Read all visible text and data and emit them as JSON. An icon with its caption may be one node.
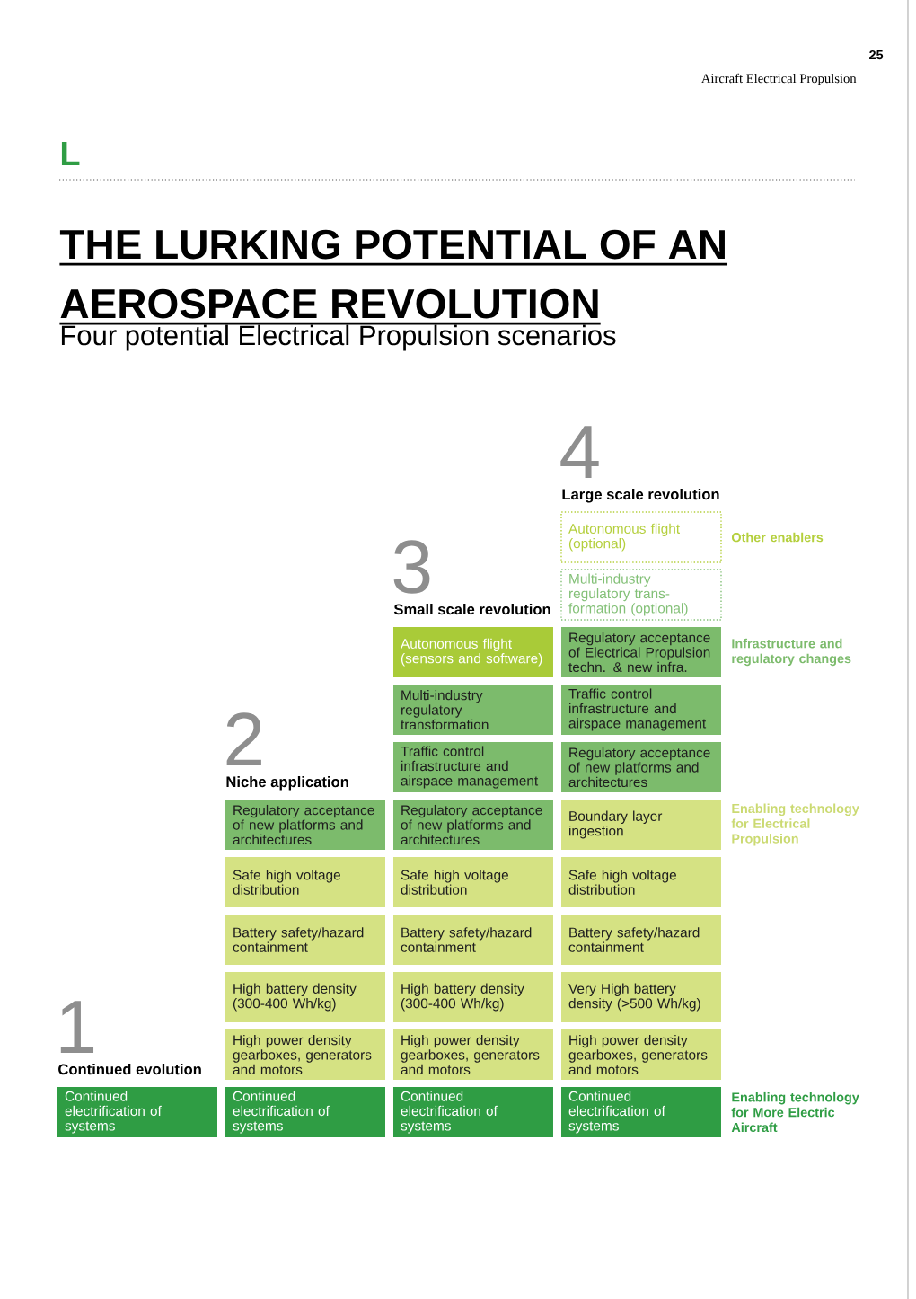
{
  "diagram": {
    "title": "THE LURKING POTENTIAL OF AN AEROSPACE REVOLUTION",
    "nodes": [
      {
        "text": [
          "Continued electrification of systems"
        ]
      },
      {
        "text": [
          "Regulatory acceptance of new platforms and architectures"
        ]
      },
      {
        "text": [
          "Safe high voltage distribution"
        ]
      },
      {
        "text": [
          "Battery safety/hazard containment"
        ]
      },
      {
        "text": [
          "High battery density (300-400 Wh/kg)"
        ]
      },
      {
        "text": [
          "High power density gearboxes, generators and motors"
        ]
      },
      {
        "text": [
          "Continued electrification of systems"
        ]
      },
      {
        "text": [
          "Autonomous flight (sensors and software)"
        ]
      },
      {
        "text": [
          "Multi-industry regulatory transformation"
        ]
      },
      {
        "text": [
          "Traffic control infrastructure and airspace management"
        ]
      },
      {
        "text": [
          "Regulatory acceptance of new platforms and architectures"
        ]
      },
      {
        "text": [
          "Safe high voltage distribution"
        ]
      },
      {
        "text": [
          "Battery safety/hazard containment"
        ]
      },
      {
        "text": [
          "High battery density (300-400 Wh/kg)"
        ]
      },
      {
        "text": [
          "High power density gearboxes, generators and motors"
        ]
      },
      {
        "text": [
          "Continued electrification of systems"
        ]
      },
      {
        "text": [
          "Autonomous flight (optional)"
        ]
      },
      {
        "text": [
          "Multi-industry regulatory trans- formation (optional)"
        ]
      },
      {
        "text": [
          "Regulatory acceptance of Electrical Propulsion techn. & new infra."
        ]
      },
      {
        "text": [
          "Traffic control infrastructure and airspace management"
        ]
      },
      {
        "text": [
          "Regulatory acceptance of new platforms and architectures"
        ]
      },
      {
        "text": [
          "Boundary layer ingestion"
        ]
      },
      {
        "text": [
          "Safe high voltage distribution"
        ]
      },
      {
        "text": [
          "Battery safety/hazard containment"
        ]
      },
      {
        "text": [
          "Very High battery density (>500 Wh/kg)"
        ]
      },
      {
        "text": [
          "High power density gearboxes, generators and motors"
        ]
      },
      {
        "text": [
          "Continued electrification of systems"
        ]
      }
    ],
    "labels": [
      "25",
      "Aircraft Electrical Propulsion",
      "L",
      "Four potential Electrical Propulsion scenarios",
      "4",
      "Large scale revolution",
      "Other enablers",
      "3",
      "Small scale revolution",
      "Infrastructure and regulatory changes",
      "2",
      "Niche application",
      "Enabling technology for Electrical Propulsion",
      "1",
      "Continued evolution",
      "Enabling technology for More Electric Aircraft"
    ]
  }
}
